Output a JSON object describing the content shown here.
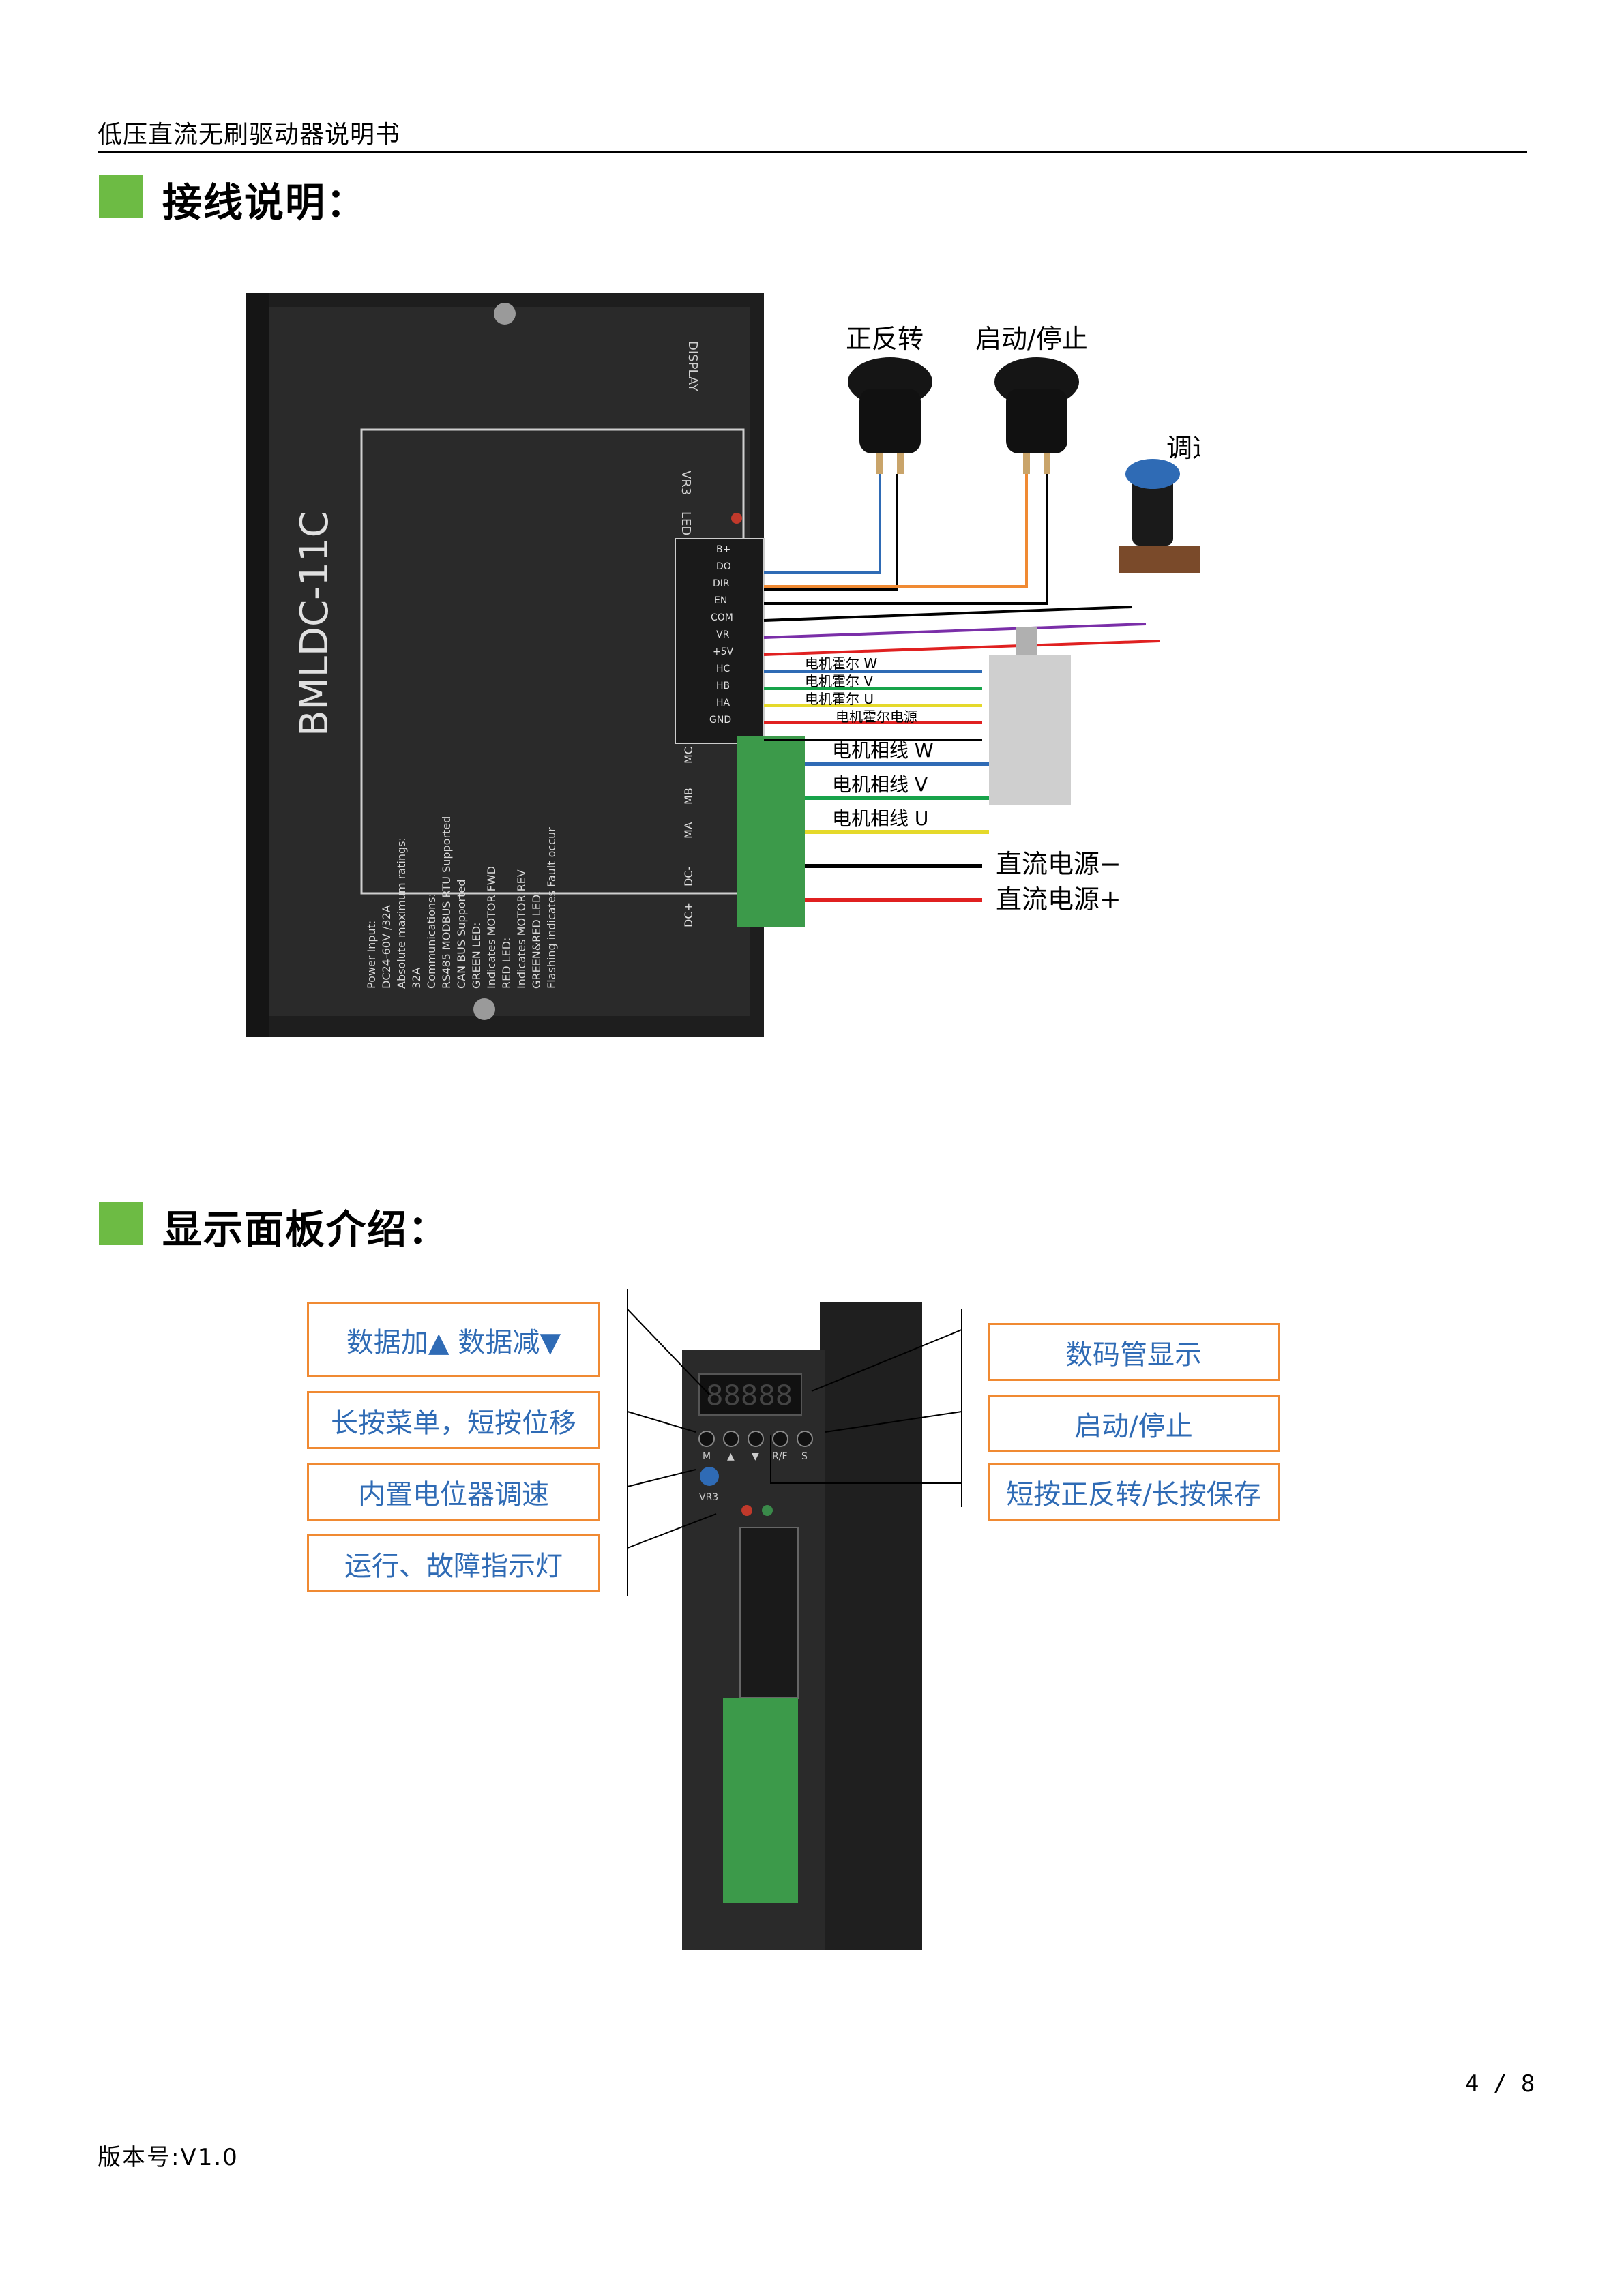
{
  "header": {
    "title": "低压直流无刷驱动器说明书"
  },
  "section1": {
    "title": "接线说明："
  },
  "section2": {
    "title": "显示面板介绍："
  },
  "wiring": {
    "model": "BMLDC-11C",
    "display_label": "DISPLAY",
    "vr3_label": "VR3",
    "led_label": "LED",
    "switch_fwd_rev": "正反转",
    "switch_start_stop": "启动/停止",
    "speed_pot": "调速",
    "hall_w": "电机霍尔 W",
    "hall_v": "电机霍尔 V",
    "hall_u": "电机霍尔 U",
    "hall_power": "电机霍尔电源",
    "phase_w": "电机相线 W",
    "phase_v": "电机相线 V",
    "phase_u": "电机相线 U",
    "dc_neg": "直流电源−",
    "dc_pos": "直流电源+",
    "specs": [
      "Power Input:",
      "DC24-60V /32A",
      "Absolute maximum ratings:",
      "32A",
      "Communications:",
      "RS485 MODBUS RTU Supported",
      "CAN BUS Supported",
      "GREEN LED:",
      "Indicates MOTOR FWD",
      "RED LED:",
      "Indicates MOTOR REV",
      "GREEN&RED LED:",
      "Flashing indicates Fault occur"
    ],
    "terminal_labels": [
      "MC",
      "MB",
      "MA",
      "DC-",
      "DC+"
    ],
    "signal_labels": [
      "B+",
      "DO",
      "DIR",
      "EN",
      "COM",
      "VR",
      "+5V",
      "HC",
      "HB",
      "HA",
      "GND"
    ]
  },
  "panel": {
    "callouts": {
      "data_updown": "数据加▲  数据减▼",
      "menu": "长按菜单，短按位移",
      "pot": "内置电位器调速",
      "led": "运行、故障指示灯",
      "display": "数码管显示",
      "start_stop": "启动/停止",
      "fwd_rev": "短按正反转/长按保存"
    },
    "button_labels": [
      "M",
      "▲",
      "▼",
      "R/F",
      "S"
    ],
    "vr3_label": "VR3",
    "display_value": "88888"
  },
  "footer": {
    "page": "4 / 8",
    "version": "版本号:V1.0"
  },
  "colors": {
    "green": "#6dbb44",
    "orange": "#f08a33",
    "blue": "#2f6bb5"
  }
}
